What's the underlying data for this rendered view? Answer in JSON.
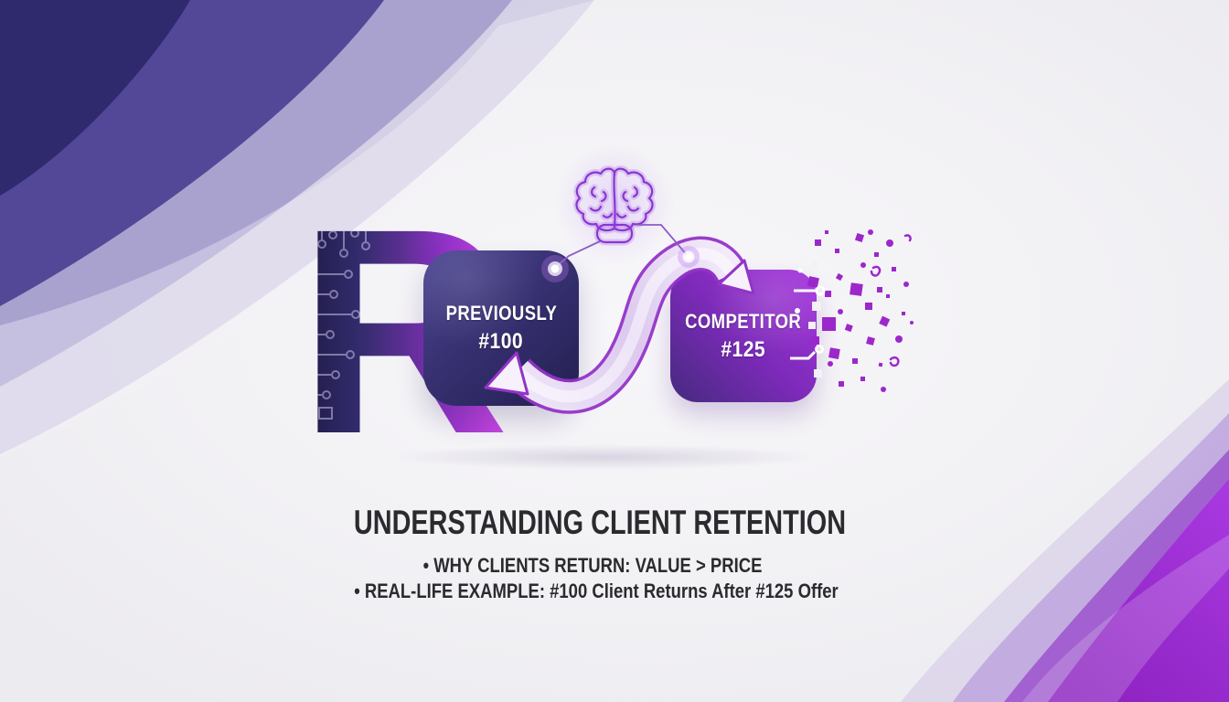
{
  "logo": {
    "letter": "R"
  },
  "cards": {
    "previous": {
      "title": "PREVIOUSLY",
      "price": "#100"
    },
    "competitor": {
      "title": "COMPETITOR",
      "price": "#125"
    }
  },
  "heading": {
    "title": "UNDERSTANDING CLIENT RETENTION"
  },
  "bullets": [
    "• WHY CLIENTS RETURN: VALUE > PRICE",
    "• REAL-LIFE EXAMPLE: #100 Client Returns After #125 Offer"
  ],
  "icons": {
    "brain": "brain-icon",
    "arrow": "s-curve-double-arrow-icon",
    "circuit": "circuit-board-pattern",
    "particles": "pixel-dissolve-particles",
    "glow_dots": "connector-glow-dots"
  },
  "colors": {
    "background": "#f2f1f4",
    "deep_indigo": "#2f2a6e",
    "indigo": "#4d4394",
    "brand_purple": "#9b2fd0",
    "bright_magenta": "#bb45de",
    "card_navy": "#373172",
    "card_purple": "#7b2ab8",
    "arrow_lavender": "#e7dcf4",
    "text_dark": "#2b2a2e",
    "white": "#ffffff"
  }
}
